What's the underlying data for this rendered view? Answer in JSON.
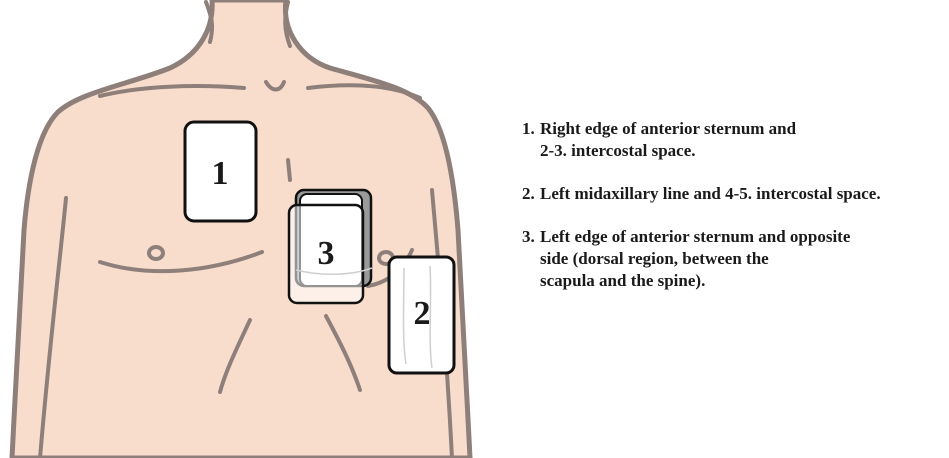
{
  "colors": {
    "skin": "#f9ddcc",
    "outline": "#8f7f7b",
    "pad_fill": "#ffffff",
    "pad_border": "#111111",
    "text": "#1a1a1a"
  },
  "pads": [
    {
      "id": "1",
      "label": "1"
    },
    {
      "id": "2",
      "label": "2"
    },
    {
      "id": "3",
      "label": "3"
    }
  ],
  "legend": [
    {
      "number": "1.",
      "lines": [
        "Right edge of anterior sternum and",
        "2-3. intercostal space."
      ]
    },
    {
      "number": "2.",
      "lines": [
        "Left midaxillary line and 4-5. intercostal space."
      ]
    },
    {
      "number": "3.",
      "lines": [
        "Left edge of anterior sternum and opposite",
        "side (dorsal region, between the",
        "scapula and the spine)."
      ]
    }
  ]
}
